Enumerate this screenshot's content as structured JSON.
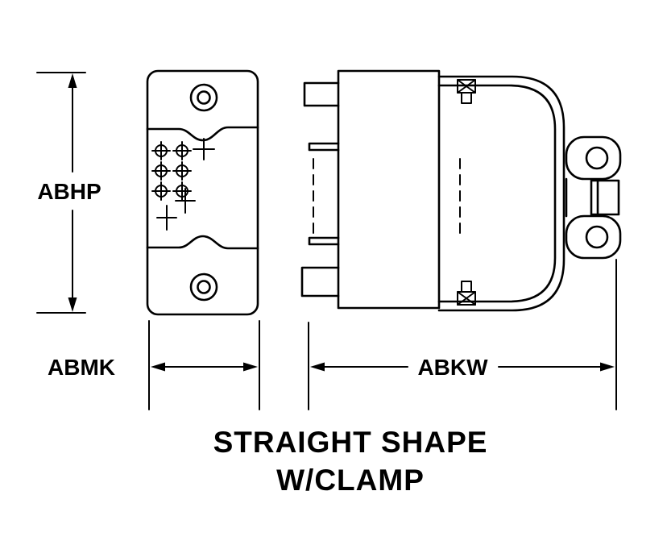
{
  "diagram": {
    "title_line1": "STRAIGHT SHAPE",
    "title_line2": "W/CLAMP",
    "dimensions": {
      "height_label": "ABHP",
      "width_front_label": "ABMK",
      "width_side_label": "ABKW"
    },
    "views": {
      "front_view": "connector front face with two mounting screws and contact pins",
      "side_view": "connector side profile with cable clamp and mounting ears"
    },
    "colors": {
      "line_color": "#000000",
      "background_color": "#ffffff"
    }
  }
}
